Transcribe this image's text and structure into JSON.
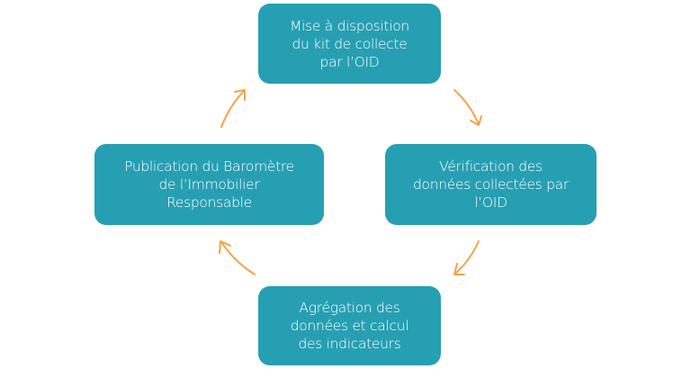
{
  "steps": [
    {
      "label": "Mise à disposition\ndu kit de collecte\npar l’OID"
    },
    {
      "label": "Vérification des\ndonnées collectées par\nl’OID"
    },
    {
      "label": "Agrégation des\ndonnées et calcul\ndes indicateurs"
    },
    {
      "label": "Publication du Baromètre\nde l’Immobilier\nResponsable"
    }
  ],
  "colors": {
    "box": "#279fb2",
    "arrow": "#f5a24a",
    "text": "#ffffff"
  }
}
